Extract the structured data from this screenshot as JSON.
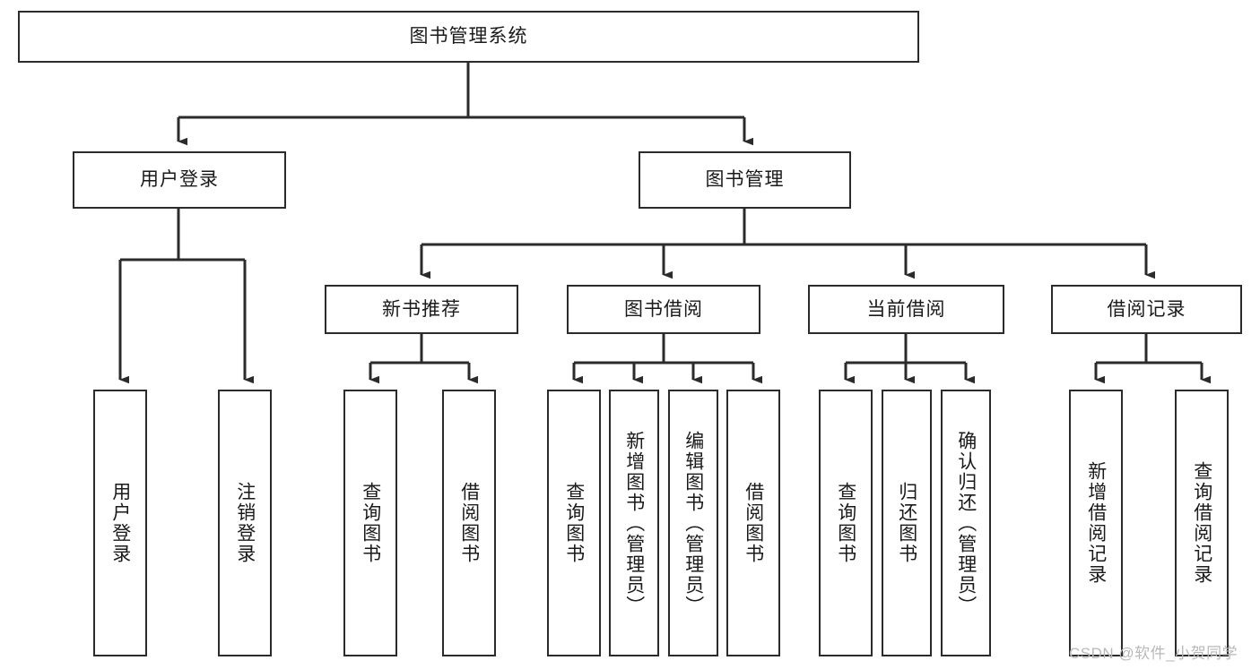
{
  "diagram": {
    "title": "图书管理系统",
    "type": "hierarchy-tree",
    "root": {
      "label": "图书管理系统"
    },
    "level2": [
      {
        "label": "用户登录"
      },
      {
        "label": "图书管理"
      }
    ],
    "level3": [
      {
        "label": "新书推荐"
      },
      {
        "label": "图书借阅"
      },
      {
        "label": "当前借阅"
      },
      {
        "label": "借阅记录"
      }
    ],
    "leaves": [
      {
        "label": "用户登录"
      },
      {
        "label": "注销登录"
      },
      {
        "label": "查询图书"
      },
      {
        "label": "借阅图书"
      },
      {
        "label": "查询图书"
      },
      {
        "label": "新增图书（管理员）"
      },
      {
        "label": "编辑图书（管理员）"
      },
      {
        "label": "借阅图书"
      },
      {
        "label": "查询图书"
      },
      {
        "label": "归还图书"
      },
      {
        "label": "确认归还（管理员）"
      },
      {
        "label": "新增借阅记录"
      },
      {
        "label": "查询借阅记录"
      }
    ]
  },
  "watermark": {
    "text": "CSDN @软件_小贺同学"
  },
  "colors": {
    "border": "#2b2b2b",
    "background": "#ffffff",
    "text": "#1a1a1a",
    "watermark": "#b9b9b9"
  }
}
